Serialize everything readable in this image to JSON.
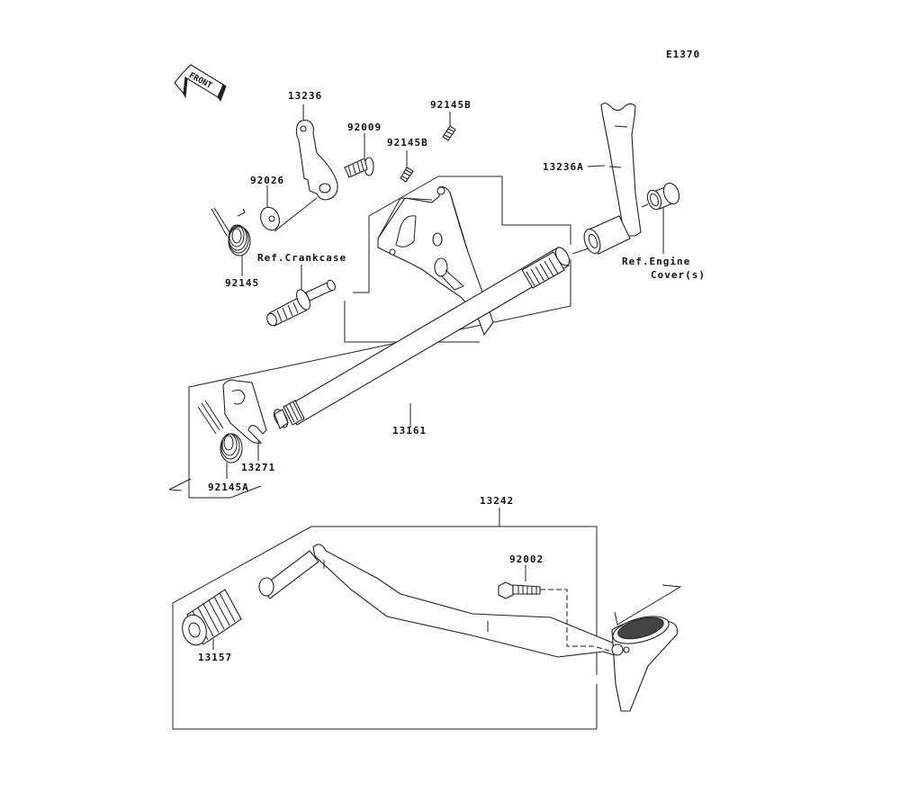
{
  "diagram": {
    "code": "E1370",
    "front_indicator": "FRONT",
    "labels": {
      "p13236": "13236",
      "p92009": "92009",
      "p92145B_1": "92145B",
      "p92145B_2": "92145B",
      "p92026": "92026",
      "p92145": "92145",
      "ref_crankcase": "Ref.Crankcase",
      "p13236A": "13236A",
      "ref_engine_cover_1": "Ref.Engine",
      "ref_engine_cover_2": "Cover(s)",
      "p13161": "13161",
      "p13271": "13271",
      "p92145A": "92145A",
      "p13242": "13242",
      "p92002": "92002",
      "p13157": "13157"
    }
  }
}
